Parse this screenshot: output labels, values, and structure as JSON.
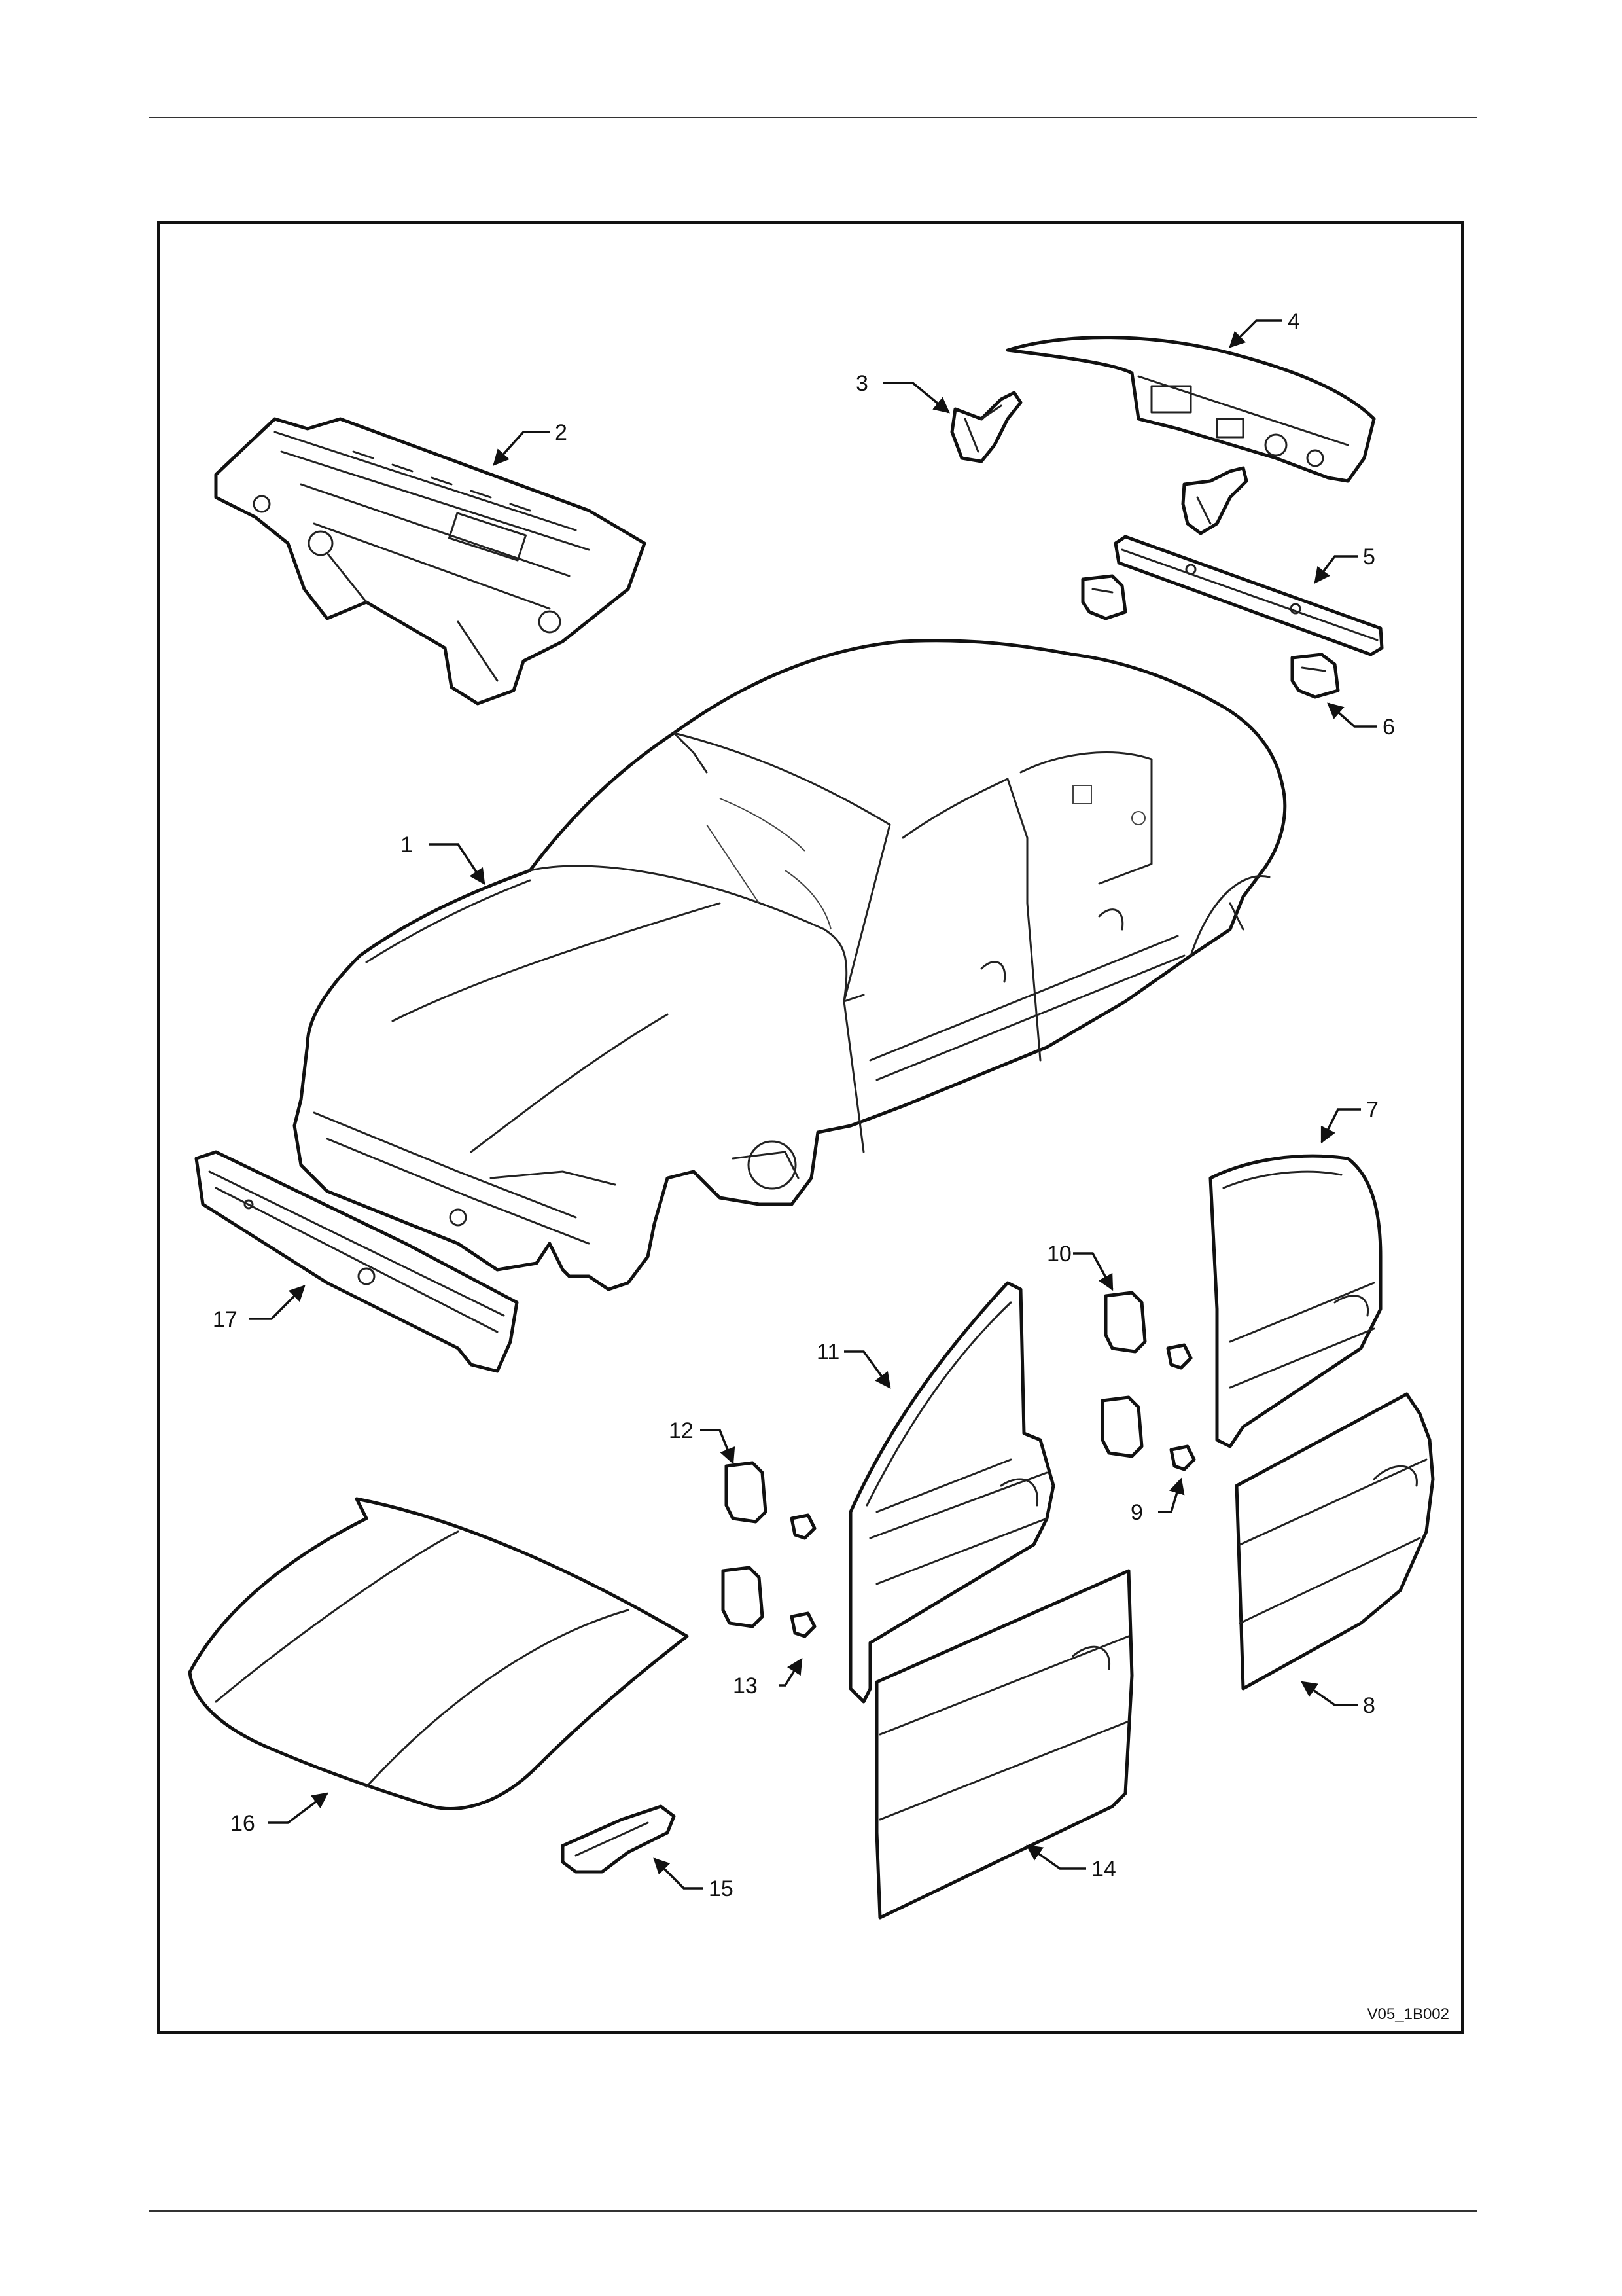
{
  "figure": {
    "reference_code": "V05_1B002"
  },
  "callouts": [
    {
      "id": "c1",
      "label": "1"
    },
    {
      "id": "c2",
      "label": "2"
    },
    {
      "id": "c3",
      "label": "3"
    },
    {
      "id": "c4",
      "label": "4"
    },
    {
      "id": "c5",
      "label": "5"
    },
    {
      "id": "c6",
      "label": "6"
    },
    {
      "id": "c7",
      "label": "7"
    },
    {
      "id": "c8",
      "label": "8"
    },
    {
      "id": "c9",
      "label": "9"
    },
    {
      "id": "c10",
      "label": "10"
    },
    {
      "id": "c11",
      "label": "11"
    },
    {
      "id": "c12",
      "label": "12"
    },
    {
      "id": "c13",
      "label": "13"
    },
    {
      "id": "c14",
      "label": "14"
    },
    {
      "id": "c15",
      "label": "15"
    },
    {
      "id": "c16",
      "label": "16"
    },
    {
      "id": "c17",
      "label": "17"
    }
  ]
}
